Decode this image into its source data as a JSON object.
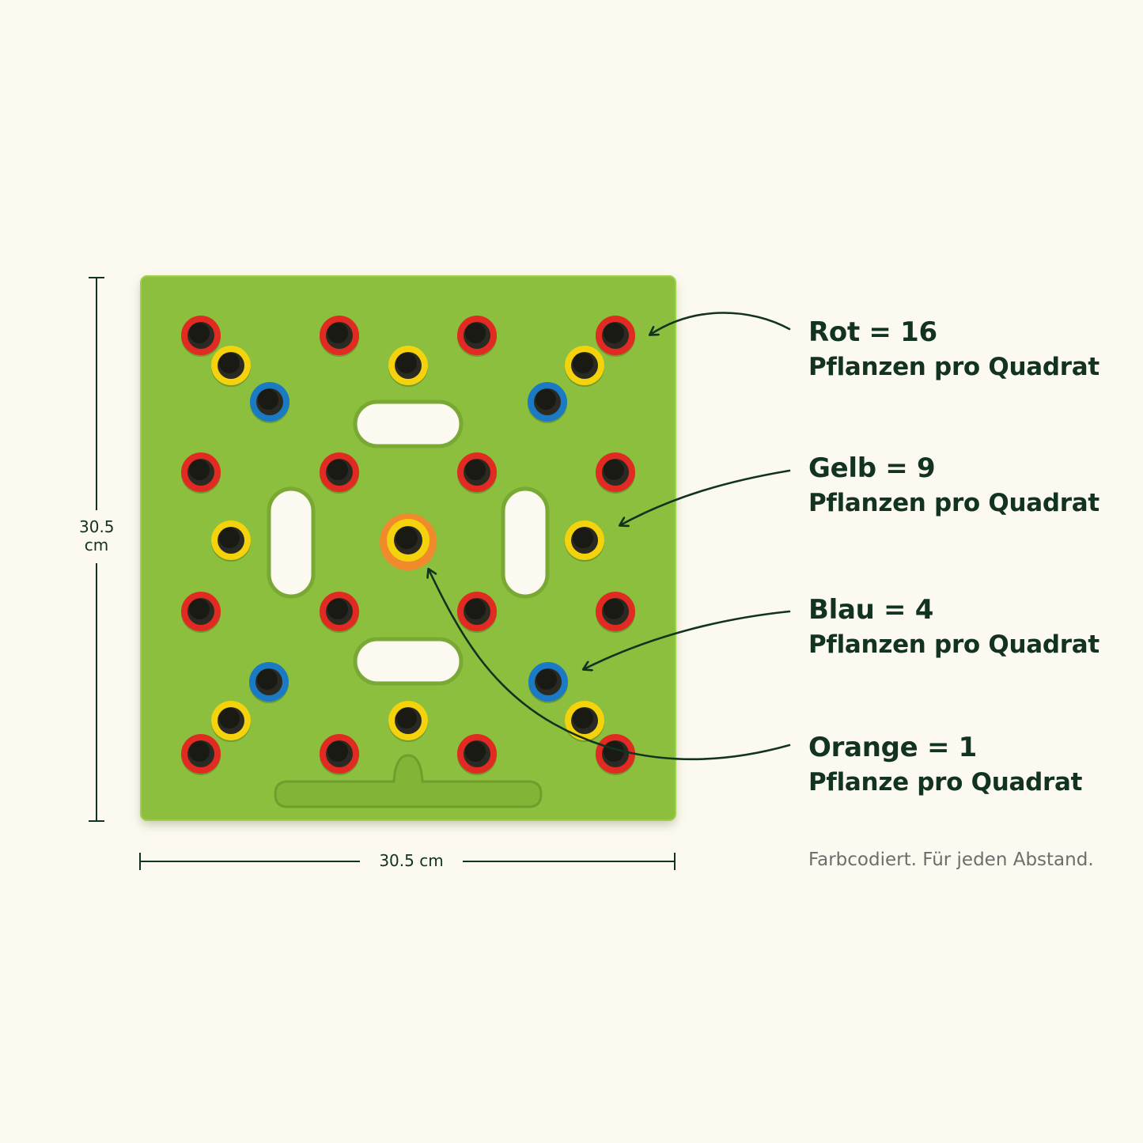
{
  "legend": [
    {
      "title": "Rot = 16",
      "subtitle": "Pflanzen pro Quadrat",
      "color": "#e02a22"
    },
    {
      "title": "Gelb = 9",
      "subtitle": "Pflanzen pro Quadrat",
      "color": "#f4d20c"
    },
    {
      "title": "Blau = 4",
      "subtitle": "Pflanzen pro Quadrat",
      "color": "#1a7ac4"
    },
    {
      "title": "Orange = 1",
      "subtitle": "Pflanze pro Quadrat",
      "color": "#f08a2a"
    }
  ],
  "dimensions": {
    "height_line1": "30.5",
    "height_line2": "cm",
    "width_label": "30.5 cm"
  },
  "tagline": "Farbcodiert. Für jeden Abstand.",
  "colors": {
    "background": "#fcf9f0",
    "board": "#8cbf3d",
    "text_dark": "#12331f",
    "tagline": "#6d6d6b"
  }
}
